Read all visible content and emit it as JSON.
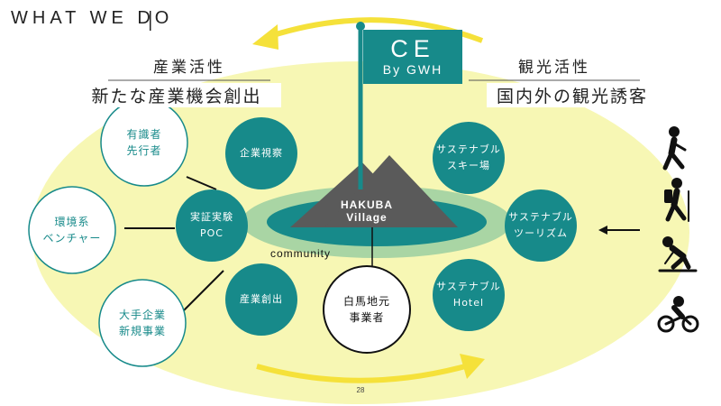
{
  "header": {
    "title": "WHAT WE DO"
  },
  "left_panel": {
    "title": "産業活性",
    "subtitle": "新たな産業機会創出"
  },
  "right_panel": {
    "title": "観光活性",
    "subtitle": "国内外の観光誘客"
  },
  "flag": {
    "line1": "CE",
    "line2": "By GWH"
  },
  "mountain": {
    "line1": "HAKUBA",
    "line2": "Village"
  },
  "community_label": "community",
  "teal_circles": [
    {
      "line1": "企業視察",
      "line2": ""
    },
    {
      "line1": "実証実験",
      "line2": "POC"
    },
    {
      "line1": "産業創出",
      "line2": ""
    },
    {
      "line1": "サステナブル",
      "line2": "スキー場"
    },
    {
      "line1": "サステナブル",
      "line2": "ツーリズム"
    },
    {
      "line1": "サステナブル",
      "line2": "Hotel"
    }
  ],
  "outline_circles": [
    {
      "line1": "有識者",
      "line2": "先行者"
    },
    {
      "line1": "環境系",
      "line2": "ベンチャー"
    },
    {
      "line1": "大手企業",
      "line2": "新規事業"
    }
  ],
  "local_circle": {
    "line1": "白馬地元",
    "line2": "事業者"
  },
  "page_number": "28",
  "icons": [
    "hiker-icon",
    "backpacker-icon",
    "skier-icon",
    "cyclist-icon"
  ],
  "colors": {
    "teal": "#178a8a",
    "yellow": "#f7f7b4",
    "arrow": "#f5e13a",
    "ring": "#a9d5a4",
    "dark": "#222222",
    "mountain": "#5a5a5a"
  }
}
